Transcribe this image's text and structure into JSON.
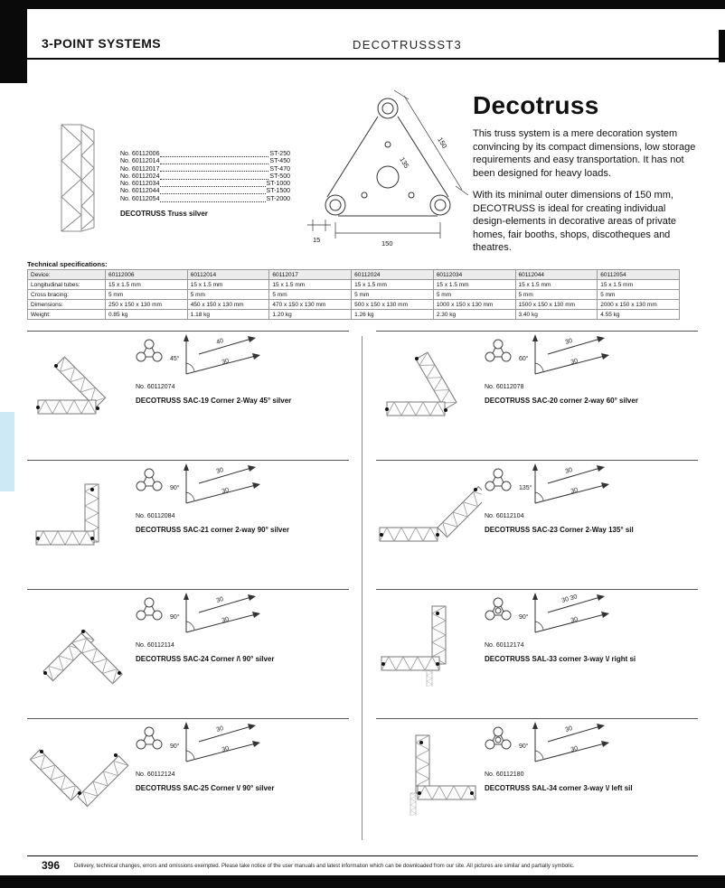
{
  "page": {
    "section_title": "3-POINT SYSTEMS",
    "doc_title": "DECOTRUSSST3"
  },
  "intro": {
    "parts": [
      {
        "no": "No. 60112006",
        "model": "ST-250"
      },
      {
        "no": "No. 60112014",
        "model": "ST-450"
      },
      {
        "no": "No. 60112017",
        "model": "ST-470"
      },
      {
        "no": "No. 60112024",
        "model": "ST-500"
      },
      {
        "no": "No. 60112034",
        "model": "ST-1000"
      },
      {
        "no": "No. 60112044",
        "model": "ST-1500"
      },
      {
        "no": "No. 60112054",
        "model": "ST-2000"
      }
    ],
    "product_name": "DECOTRUSS Truss silver",
    "heading": "Decotruss",
    "paragraph1": "This truss system is a mere decoration system convincing by its compact dimensions, low storage requirements and easy transportation. It has not been designed for heavy loads.",
    "paragraph2": "With its minimal outer dimensions of 150 mm, DECOTRUSS is ideal for creating individual design-elements in decorative areas of private homes, fair booths, shops, discotheques and theatres.",
    "diagram": {
      "dim_side": "150",
      "dim_height": "135",
      "dim_tube": "15",
      "dim_base": "150"
    }
  },
  "specs": {
    "title": "Technical specifications:",
    "rows": [
      {
        "label": "Device:",
        "values": [
          "60112006",
          "60112014",
          "60112017",
          "60112024",
          "60112034",
          "60112044",
          "60112054"
        ]
      },
      {
        "label": "Longitudinal tubes:",
        "values": [
          "15 x 1.5 mm",
          "15 x 1.5 mm",
          "15 x 1.5 mm",
          "15 x 1.5 mm",
          "15 x 1.5 mm",
          "15 x 1.5 mm",
          "15 x 1.5 mm"
        ]
      },
      {
        "label": "Cross bracing:",
        "values": [
          "5 mm",
          "5 mm",
          "5 mm",
          "5 mm",
          "5 mm",
          "5 mm",
          "5 mm"
        ]
      },
      {
        "label": "Dimensions:",
        "values": [
          "250 x 150 x 130 mm",
          "450 x 150 x 130 mm",
          "470 x 150 x 130 mm",
          "500 x 150 x 130 mm",
          "1000 x 150 x 130 mm",
          "1500 x 150 x 130 mm",
          "2000 x 150 x 130 mm"
        ]
      },
      {
        "label": "Weight:",
        "values": [
          "0.85 kg",
          "1.18 kg",
          "1.20 kg",
          "1.26 kg",
          "2.30 kg",
          "3.40 kg",
          "4.55 kg"
        ]
      }
    ]
  },
  "products": [
    {
      "no": "No. 60112074",
      "name": "DECOTRUSS SAC-19 Corner 2-Way 45° silver",
      "angle": "45°",
      "dim_a": "40",
      "dim_b": "30"
    },
    {
      "no": "No. 60112078",
      "name": "DECOTRUSS SAC-20 corner 2-way 60° silver",
      "angle": "60°",
      "dim_a": "30",
      "dim_b": "30"
    },
    {
      "no": "No. 60112084",
      "name": "DECOTRUSS SAC-21 corner 2-way 90° silver",
      "angle": "90°",
      "dim_a": "30",
      "dim_b": "30"
    },
    {
      "no": "No. 60112104",
      "name": "DECOTRUSS SAC-23 Corner 2-Way 135° sil",
      "angle": "135°",
      "dim_a": "30",
      "dim_b": "30"
    },
    {
      "no": "No. 60112114",
      "name": "DECOTRUSS SAC-24 Corner /\\ 90° silver",
      "angle": "90°",
      "dim_a": "30",
      "dim_b": "30"
    },
    {
      "no": "No. 60112174",
      "name": "DECOTRUSS SAL-33 corner 3-way \\/ right si",
      "angle": "90°",
      "dim_a": "30 30",
      "dim_b": "30"
    },
    {
      "no": "No. 60112124",
      "name": "DECOTRUSS SAC-25 Corner \\/ 90° silver",
      "angle": "90°",
      "dim_a": "30",
      "dim_b": "30"
    },
    {
      "no": "No. 60112180",
      "name": "DECOTRUSS SAL-34 corner 3-way \\/ left sil",
      "angle": "90°",
      "dim_a": "30",
      "dim_b": "30"
    }
  ],
  "footer": {
    "page_number": "396",
    "disclaimer": "Delivery, technical changes, errors and omissions exempted. Please take notice of the user manuals and latest information which can be downloaded from our site. All pictures are similar and partially symbolic."
  }
}
